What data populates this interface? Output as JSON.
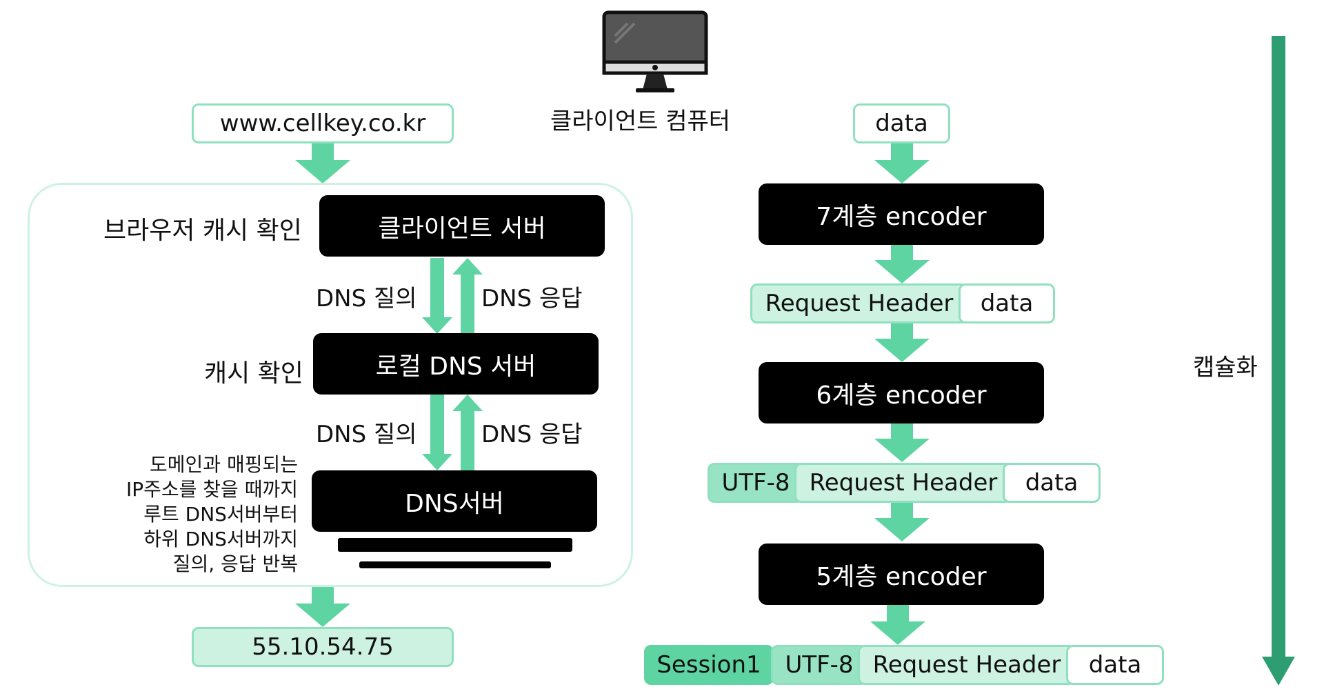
{
  "computer_label": "클라이언트 컴퓨터",
  "dns_flow": {
    "url": "www.cellkey.co.kr",
    "browser_cache_label": "브라우저 캐시 확인",
    "client_server": "클라이언트 서버",
    "query_1": "DNS 질의",
    "response_1": "DNS 응답",
    "cache_label": "캐시 확인",
    "local_dns": "로컬 DNS 서버",
    "query_2": "DNS 질의",
    "response_2": "DNS 응답",
    "dns_server": "DNS서버",
    "note_lines": [
      "도메인과 매핑되는",
      "IP주소를 찾을 때까지",
      "루트 DNS서버부터",
      "하위 DNS서버까지",
      "질의, 응답 반복"
    ],
    "ip_result": "55.10.54.75"
  },
  "encap_flow": {
    "data": "data",
    "layer7": "7계층 encoder",
    "row1": {
      "header": "Request Header",
      "data": "data"
    },
    "layer6": "6계층 encoder",
    "row2": {
      "utf": "UTF-8",
      "header": "Request Header",
      "data": "data"
    },
    "layer5": "5계층 encoder",
    "row3": {
      "session": "Session1",
      "utf": "UTF-8",
      "header": "Request Header",
      "data": "data"
    },
    "side_label": "캡슐화"
  },
  "colors": {
    "accent": "#5ed4a3",
    "accent_dark": "#2e9e72",
    "box": "#000000"
  }
}
